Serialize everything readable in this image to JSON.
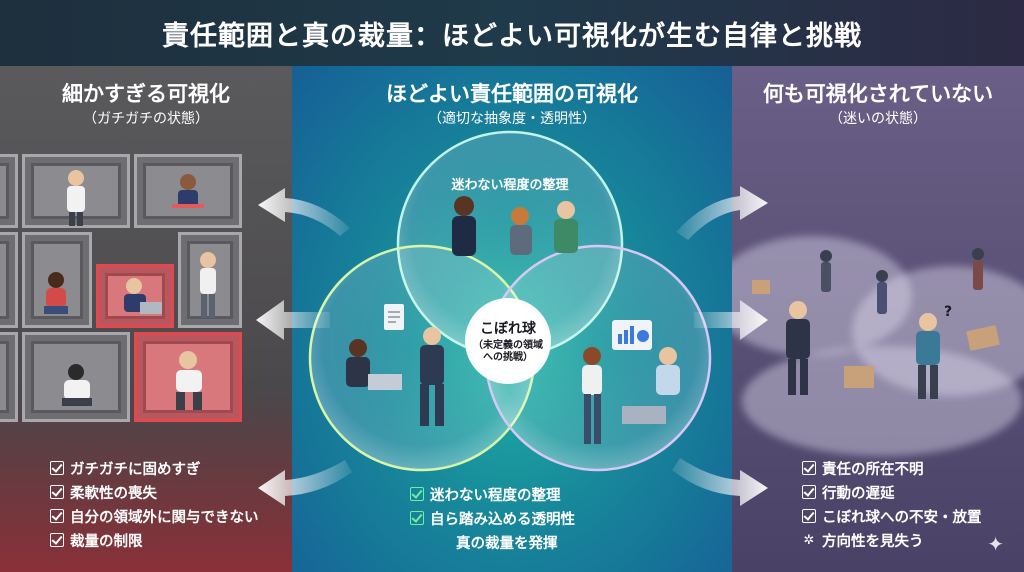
{
  "header": {
    "title": "責任範囲と真の裁量：ほどよい可視化が生む自律と挑戦"
  },
  "left": {
    "title": "細かすぎる可視化",
    "subtitle": "（ガチガチの状態）",
    "items": [
      "ガチガチに固めすぎ",
      "柔軟性の喪失",
      "自分の領域外に関与できない",
      "裁量の制限"
    ]
  },
  "center": {
    "title": "ほどよい責任範囲の可視化",
    "subtitle": "（適切な抽象度・透明性）",
    "circle_top_label": "迷わない程度の整理",
    "core_title": "こぼれ球",
    "core_sub": "（未定義の領域への挑戦）",
    "items": [
      "迷わない程度の整理",
      "自ら踏み込める透明性"
    ],
    "conclusion": "真の裁量を発揮"
  },
  "right": {
    "title": "何も可視化されていない",
    "subtitle": "（迷いの状態）",
    "items": [
      "責任の所在不明",
      "行動の遅延",
      "こぼれ球への不安・放置",
      "方向性を見失う"
    ]
  },
  "icons": [
    "check-icon",
    "sparkle-icon",
    "arrow-left-icon",
    "arrow-right-icon",
    "question-mark-icon",
    "document-icon",
    "chart-icon",
    "laptop-icon"
  ],
  "colors": {
    "left_accent": "#e4484f",
    "center_accent": "#1fb4a6",
    "right_accent": "#6a5f86",
    "check_green": "#6ff0a0"
  }
}
